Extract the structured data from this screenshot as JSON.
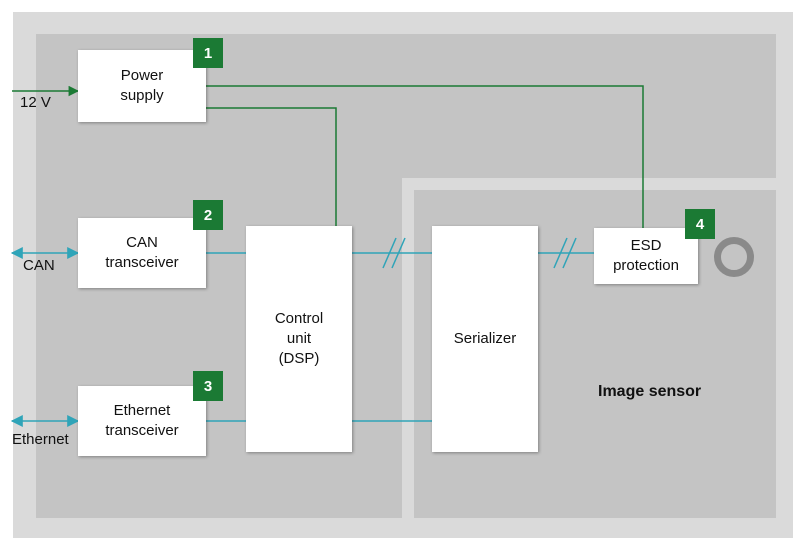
{
  "blocks": {
    "power_supply": "Power\nsupply",
    "can": "CAN\ntransceiver",
    "ethernet": "Ethernet\ntransceiver",
    "control": "Control\nunit\n(DSP)",
    "serializer": "Serializer",
    "esd": "ESD\nprotection"
  },
  "badges": {
    "power": "1",
    "can": "2",
    "ethernet": "3",
    "esd": "4"
  },
  "external": {
    "power_in": "12 V",
    "can": "CAN",
    "ethernet": "Ethernet"
  },
  "sensor_label": "Image sensor",
  "colors": {
    "power_wire": "#1b7a34",
    "signal_wire": "#2fa4b8",
    "badge": "#1b7a34",
    "lens": "#8a8a8a"
  }
}
